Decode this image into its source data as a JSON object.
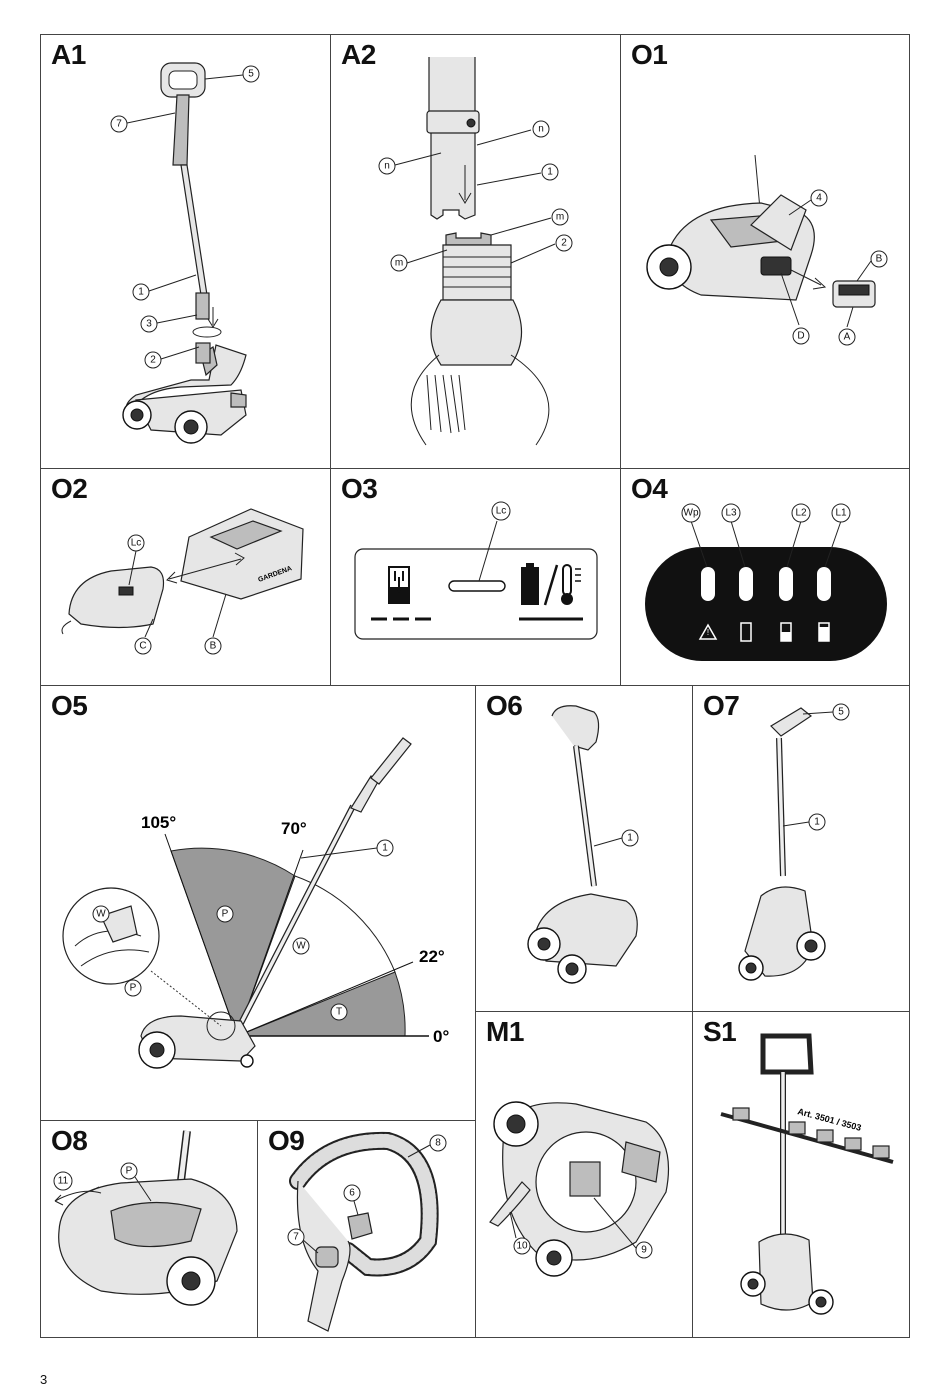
{
  "page_number": "3",
  "panels": {
    "a1": {
      "title": "A1",
      "callouts": [
        "5",
        "7",
        "1",
        "3",
        "2"
      ]
    },
    "a2": {
      "title": "A2",
      "callouts": [
        "n",
        "n",
        "1",
        "m",
        "m",
        "2"
      ]
    },
    "o1": {
      "title": "O1",
      "callouts": [
        "4",
        "B",
        "D",
        "A"
      ]
    },
    "o2": {
      "title": "O2",
      "callouts": [
        "Lc",
        "C",
        "B"
      ],
      "brand": "GARDENA"
    },
    "o3": {
      "title": "O3",
      "callouts": [
        "Lc"
      ]
    },
    "o4": {
      "title": "O4",
      "callouts": [
        "Wp",
        "L3",
        "L2",
        "L1"
      ]
    },
    "o5": {
      "title": "O5",
      "callouts": [
        "1",
        "P",
        "W",
        "T",
        "W",
        "P"
      ],
      "angles": [
        "105°",
        "70°",
        "22°",
        "0°"
      ]
    },
    "o6": {
      "title": "O6",
      "callouts": [
        "1"
      ]
    },
    "o7": {
      "title": "O7",
      "callouts": [
        "5",
        "1"
      ]
    },
    "o8": {
      "title": "O8",
      "callouts": [
        "11",
        "P"
      ]
    },
    "o9": {
      "title": "O9",
      "callouts": [
        "8",
        "6",
        "7"
      ]
    },
    "m1": {
      "title": "M1",
      "callouts": [
        "10",
        "9"
      ]
    },
    "s1": {
      "title": "S1",
      "art_label": "Art. 3501 / 3503"
    }
  }
}
